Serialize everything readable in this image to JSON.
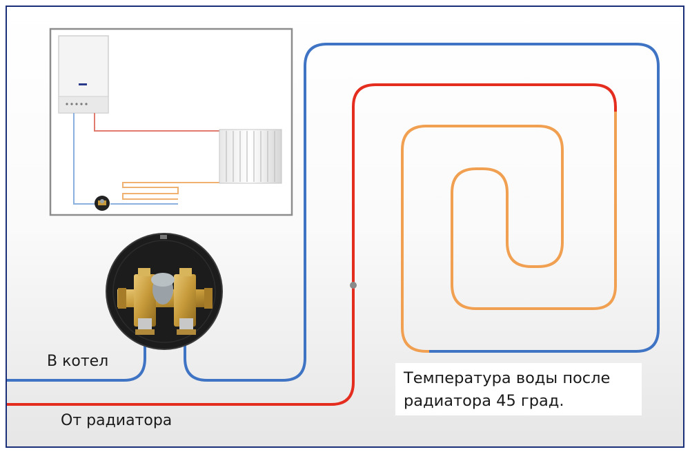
{
  "labels": {
    "to_boiler": "В котел",
    "from_radiator": "От радиатора",
    "note_line_1": "Температура воды после",
    "note_line_2": "радиатора 45 град."
  },
  "colors": {
    "frame": "#1b2f78",
    "supply_pipe": "#e52d1f",
    "return_pipe": "#3f74c4",
    "floor_loop": "#f0a050",
    "inset_border": "#8c8c8c",
    "unit_body": "#1c1c1c",
    "brass": "#c69a3a"
  },
  "icons": {
    "boiler": "wall-boiler-icon",
    "radiator": "radiator-icon",
    "mixing_unit": "thermostatic-mixing-unit-icon",
    "pump": "pump-icon"
  }
}
